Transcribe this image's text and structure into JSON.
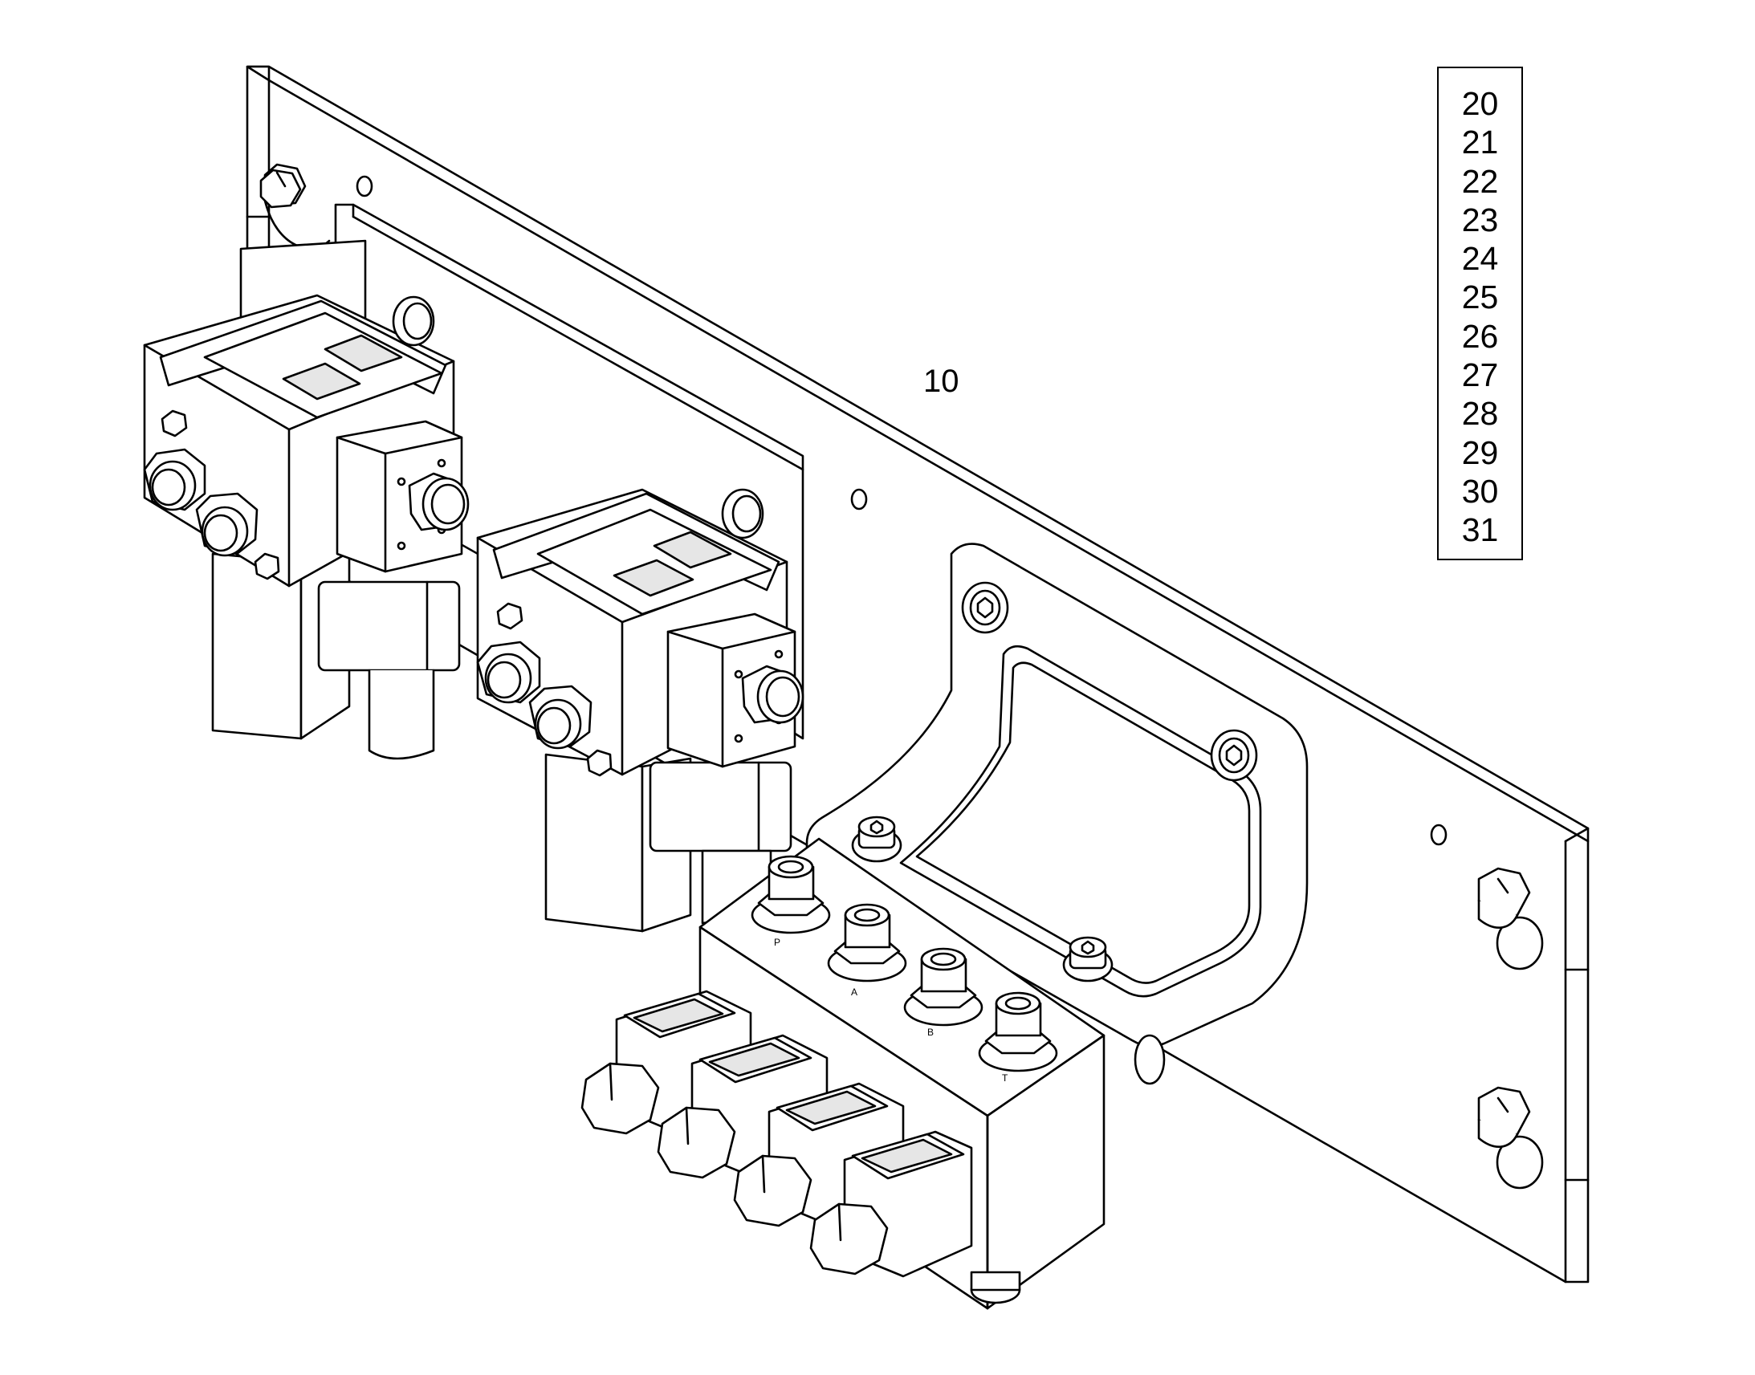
{
  "diagram": {
    "assembly_label": "10",
    "legend": {
      "items": [
        "20",
        "21",
        "22",
        "23",
        "24",
        "25",
        "26",
        "27",
        "28",
        "29",
        "30",
        "31"
      ]
    },
    "colors": {
      "line": "#000000",
      "fill": "#ffffff",
      "shade": "#e6e6e6"
    }
  }
}
